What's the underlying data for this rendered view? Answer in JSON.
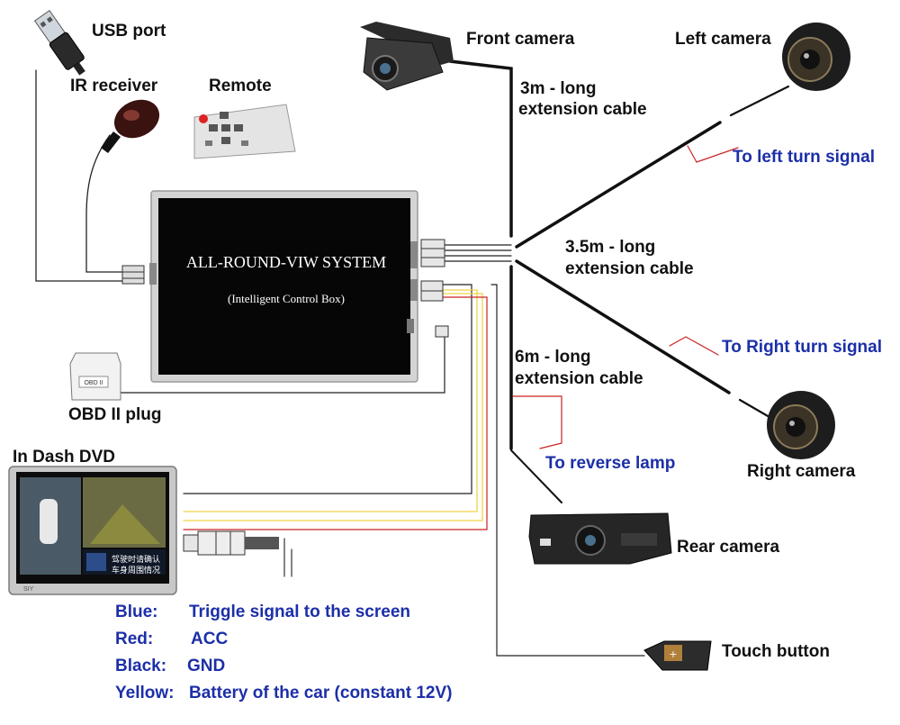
{
  "labels": {
    "usb_port": "USB port",
    "ir_receiver": "IR receiver",
    "remote": "Remote",
    "front_camera": "Front camera",
    "left_camera": "Left camera",
    "right_camera": "Right camera",
    "rear_camera": "Rear camera",
    "touch_button": "Touch button",
    "obd_plug": "OBD II plug",
    "obd_tag": "OBD II",
    "in_dash_dvd": "In Dash DVD"
  },
  "control_box": {
    "title": "ALL-ROUND-VIW SYSTEM",
    "subtitle": "(Intelligent Control Box)"
  },
  "cables": {
    "front_line1": "3m - long",
    "front_line2": "extension cable",
    "side_line1": "3.5m - long",
    "side_line2": "extension cable",
    "rear_line1": "6m - long",
    "rear_line2": "extension cable"
  },
  "signals": {
    "left_turn": "To left turn signal",
    "right_turn": "To Right turn signal",
    "reverse": "To reverse lamp"
  },
  "dvd_screen": {
    "text1": "驾驶时请确认",
    "text2": "车身周围情况",
    "brand": "SIY"
  },
  "wire_legend": [
    {
      "color": "Blue:",
      "meaning": "Triggle signal to the screen"
    },
    {
      "color": "Red:",
      "meaning": "ACC"
    },
    {
      "color": "Black:",
      "meaning": "GND"
    },
    {
      "color": "Yellow:",
      "meaning": "Battery of the car (constant 12V)"
    }
  ],
  "colors": {
    "wire_black": "#111111",
    "wire_red": "#cc2222",
    "wire_yellow": "#f0d24a",
    "label_blue": "#1c2fa8"
  }
}
